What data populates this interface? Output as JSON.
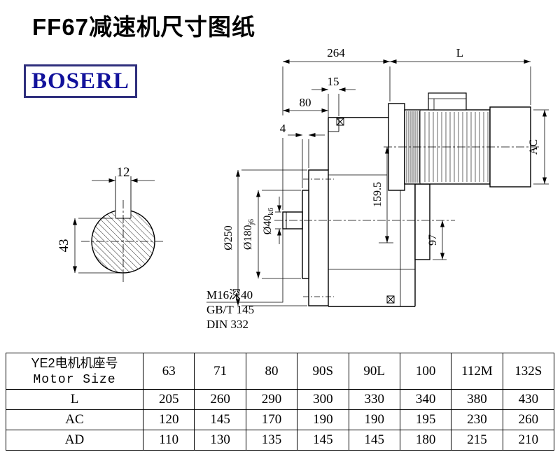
{
  "page": {
    "title": "FF67减速机尺寸图纸",
    "brand": "BOSERL"
  },
  "drawing": {
    "dims": {
      "top_width": "264",
      "motor_length": "L",
      "offset_15": "15",
      "offset_80": "80",
      "offset_4": "4",
      "key_width": "12",
      "shaft_height": "43",
      "flange_dia": "Ø250",
      "spigot_dia": "Ø180",
      "spigot_tol": "j6",
      "shaft_dia": "Ø40",
      "shaft_tol": "k6",
      "axis_height": "159.5",
      "lower_height": "97",
      "motor_dia": "AC"
    },
    "notes": {
      "tap": "M16深40",
      "std1": "GB/T 145",
      "std2": "DIN 332"
    }
  },
  "table": {
    "row_header": {
      "line1": "YE2电机机座号",
      "line2": "Motor Size"
    },
    "columns": [
      "63",
      "71",
      "80",
      "90S",
      "90L",
      "100",
      "112M",
      "132S"
    ],
    "rows": [
      {
        "label": "L",
        "values": [
          "205",
          "260",
          "290",
          "300",
          "330",
          "340",
          "380",
          "430"
        ]
      },
      {
        "label": "AC",
        "values": [
          "120",
          "145",
          "170",
          "190",
          "190",
          "195",
          "230",
          "260"
        ]
      },
      {
        "label": "AD",
        "values": [
          "110",
          "130",
          "135",
          "145",
          "145",
          "180",
          "215",
          "210"
        ]
      }
    ]
  }
}
